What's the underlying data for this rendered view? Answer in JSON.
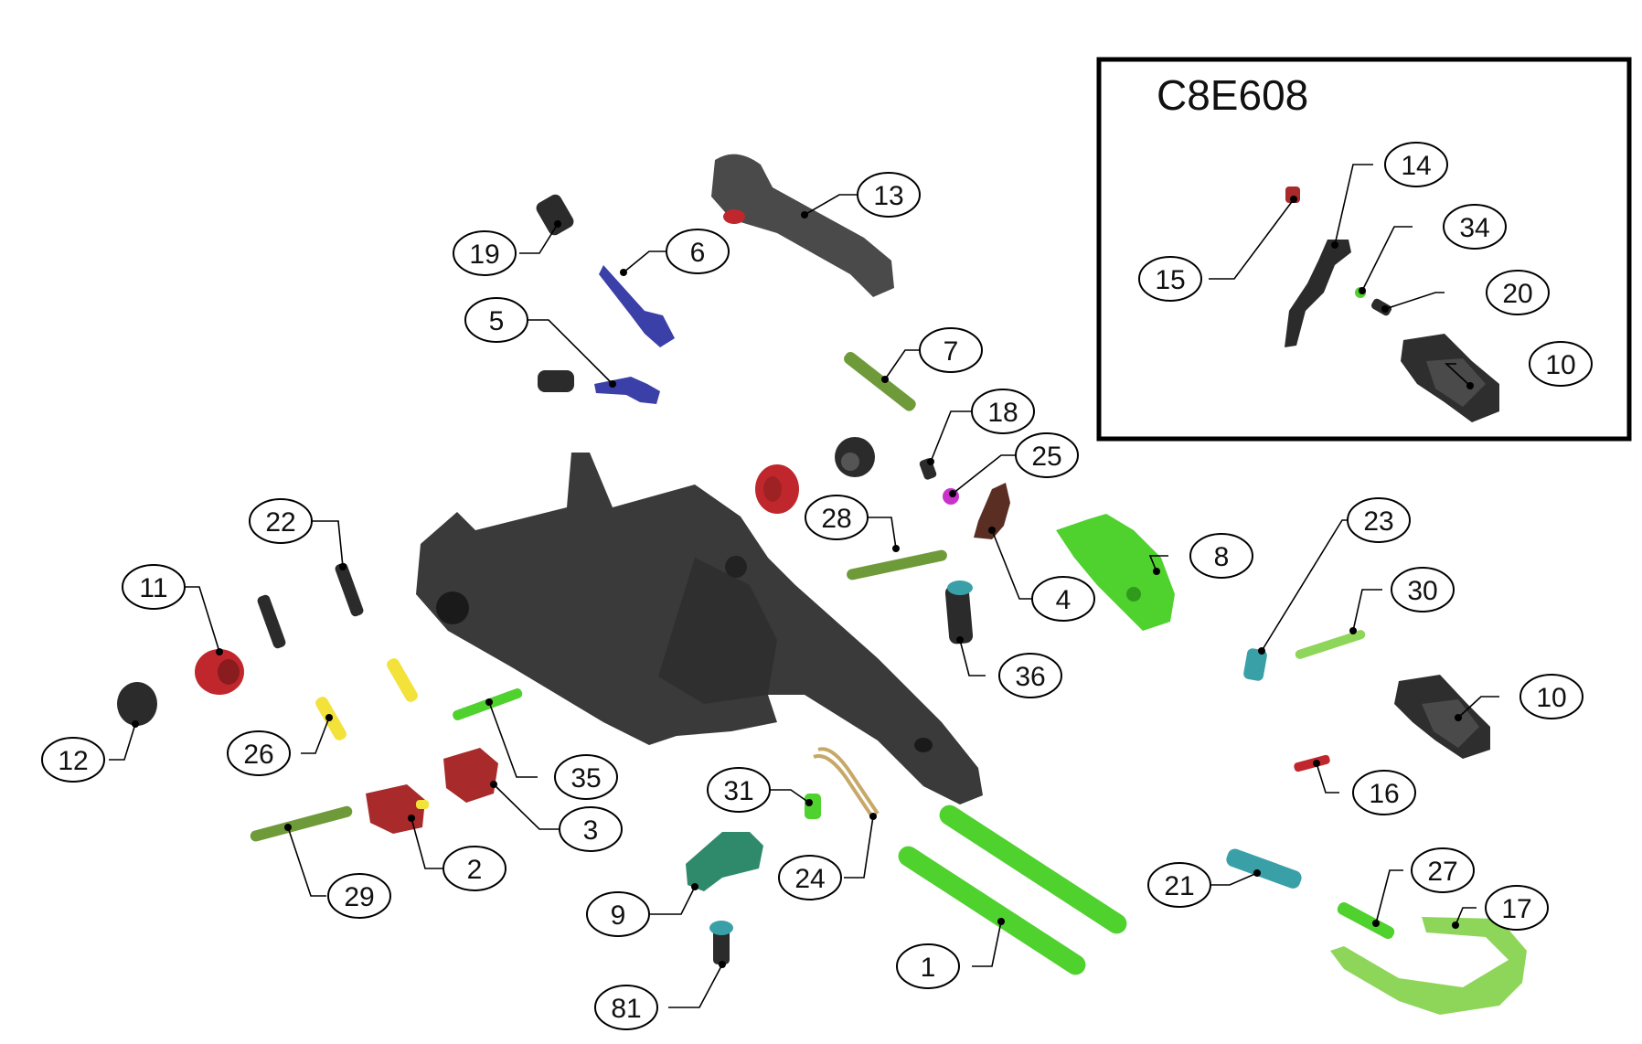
{
  "inset": {
    "title": "C8E608",
    "callouts": [
      "14",
      "34",
      "15",
      "20",
      "10"
    ]
  },
  "callouts": [
    "13",
    "19",
    "6",
    "5",
    "7",
    "18",
    "25",
    "28",
    "8",
    "4",
    "36",
    "22",
    "11",
    "26",
    "35",
    "23",
    "30",
    "10",
    "12",
    "29",
    "2",
    "3",
    "31",
    "24",
    "9",
    "1",
    "81",
    "21",
    "16",
    "27",
    "17"
  ],
  "colors": {
    "receiver": "#3a3a3a",
    "dark": "#2b2b2b",
    "bright_green": "#4fd12e",
    "light_green": "#8ed65a",
    "olive_green": "#6f9a3a",
    "red": "#c0272d",
    "dark_red": "#9e2224",
    "blue": "#3b3fa8",
    "yellow": "#f2e23a",
    "magenta": "#c932c8",
    "brown": "#5a2e22",
    "teal": "#2e8a6a",
    "cyan": "#3aa0a8",
    "tan": "#c8a868"
  }
}
